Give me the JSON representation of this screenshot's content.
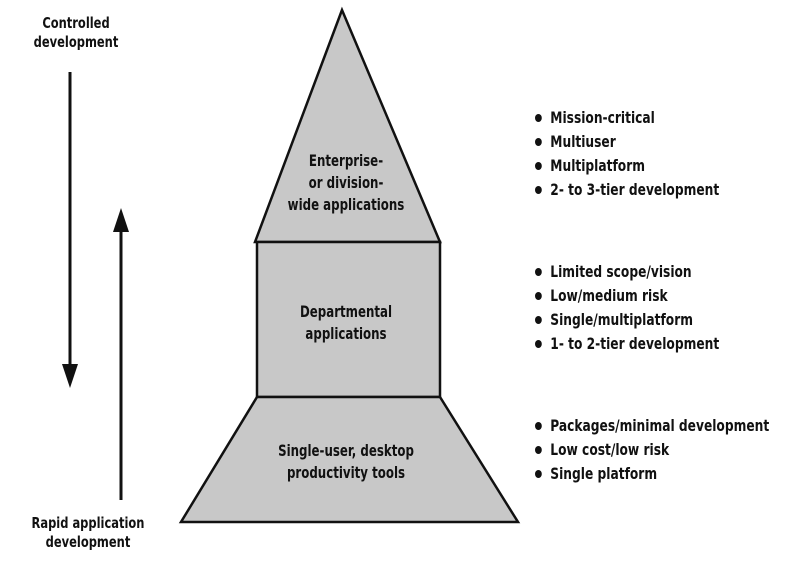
{
  "left_labels": {
    "top": "Controlled\ndevelopment",
    "bottom": "Rapid application\ndevelopment"
  },
  "tiers": {
    "top": {
      "label": "Enterprise-\nor division-\nwide applications",
      "bullets": [
        "Mission-critical",
        "Multiuser",
        "Multiplatform",
        "2- to 3-tier development"
      ]
    },
    "middle": {
      "label": "Departmental\napplications",
      "bullets": [
        "Limited scope/vision",
        "Low/medium risk",
        "Single/multiplatform",
        "1- to 2-tier development"
      ]
    },
    "bottom": {
      "label": "Single-user, desktop\nproductivity tools",
      "bullets": [
        "Packages/minimal development",
        "Low cost/low risk",
        "Single platform"
      ]
    }
  },
  "colors": {
    "fill": "#c8c8c8",
    "stroke": "#111111"
  }
}
